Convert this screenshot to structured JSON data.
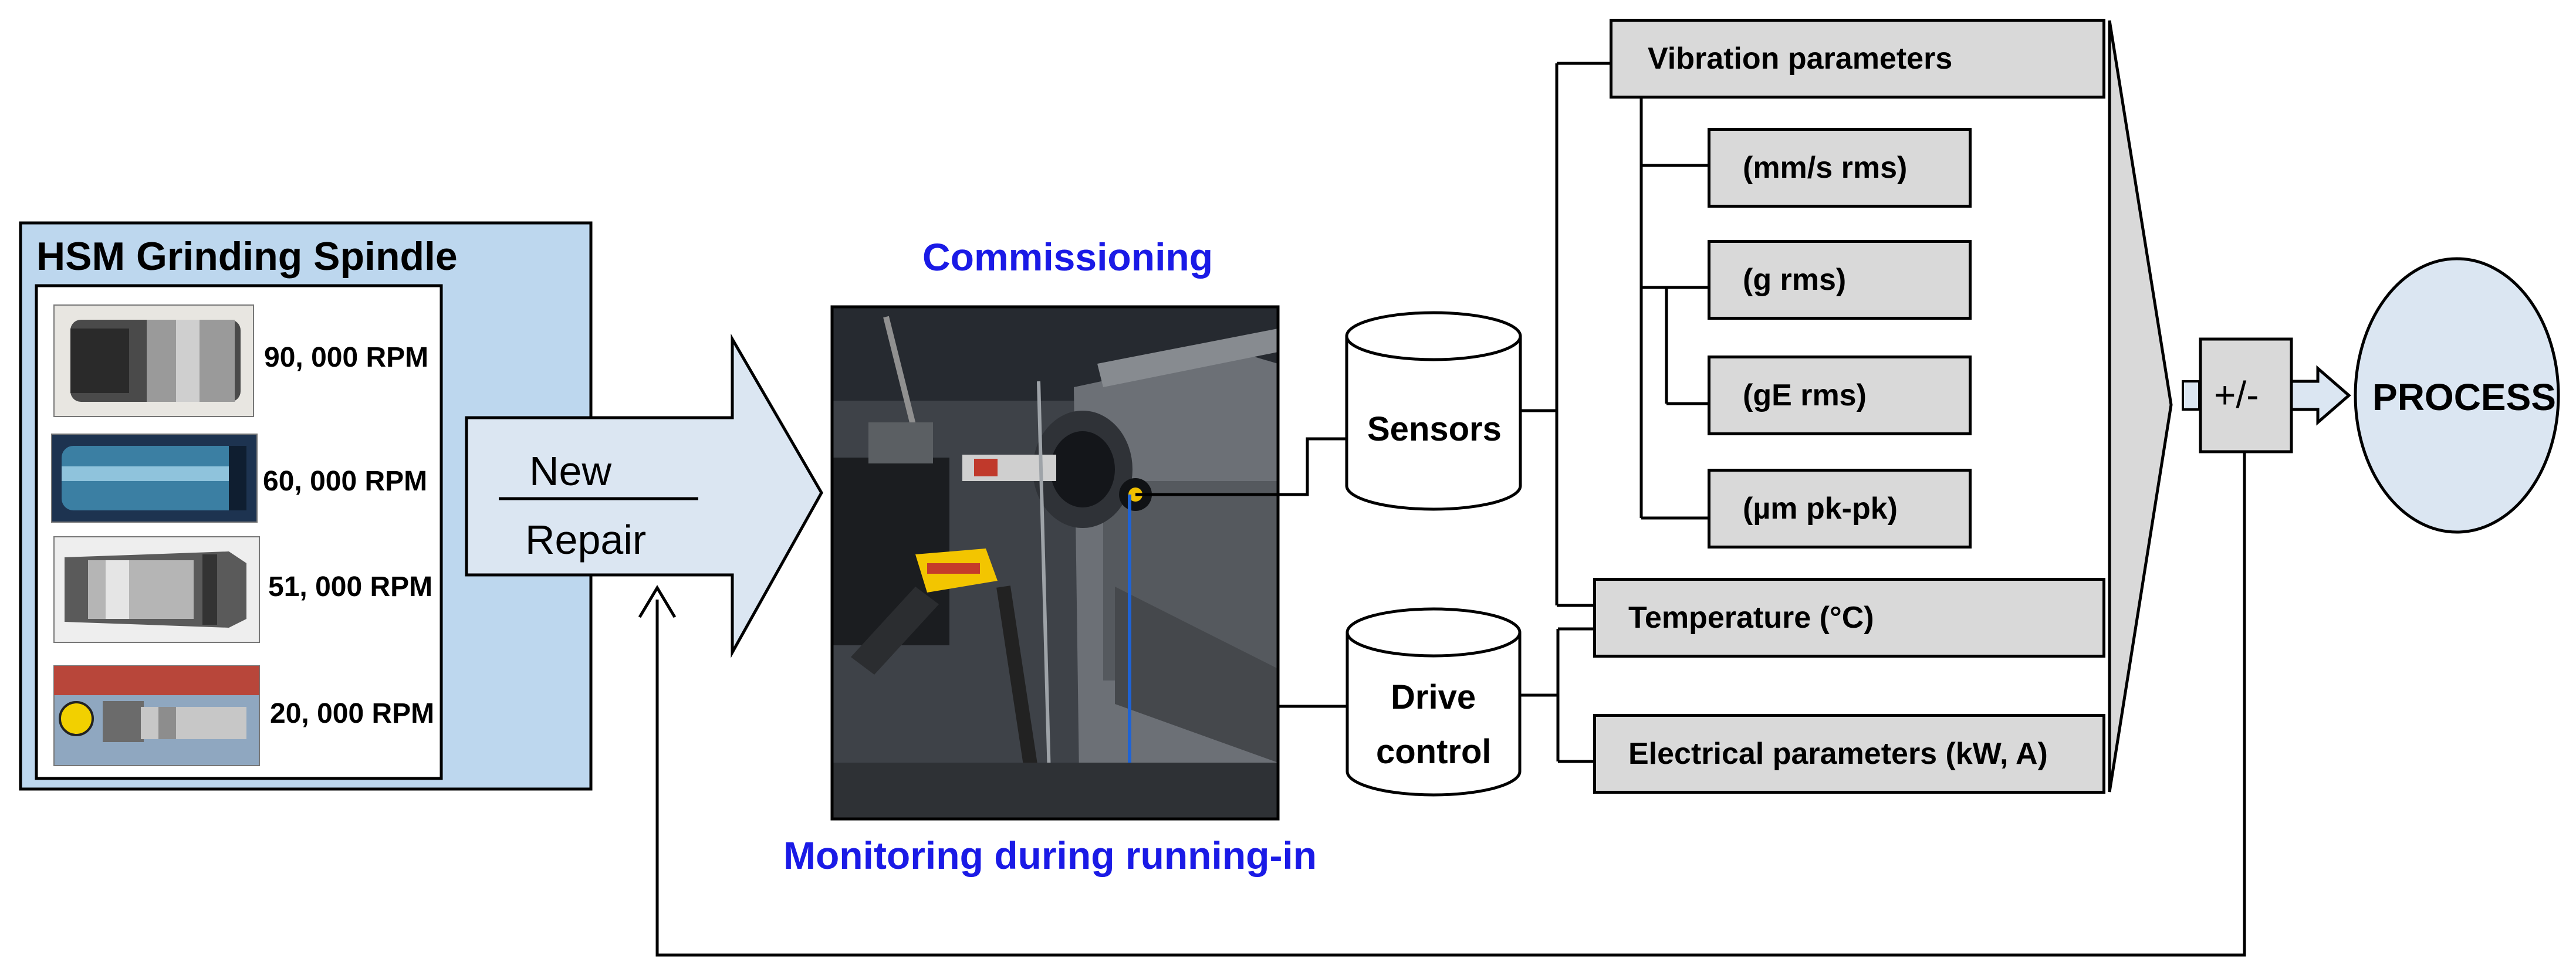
{
  "spindle_panel": {
    "title": "HSM Grinding Spindle",
    "speeds": [
      "90, 000 RPM",
      "60, 000 RPM",
      "51, 000 RPM",
      "20, 000 RPM"
    ]
  },
  "input_arrow": {
    "line1": "New",
    "line2": "Repair"
  },
  "photo": {
    "top_label": "Commissioning",
    "bottom_label": "Monitoring during running-in"
  },
  "cylinders": {
    "sensors": "Sensors",
    "drive_line1": "Drive",
    "drive_line2": "control"
  },
  "parameters": {
    "vibration": "Vibration parameters",
    "vibration_units": [
      "(mm/s  rms)",
      "(g  rms)",
      "(gE  rms)",
      "(µm pk-pk)"
    ],
    "temperature": "Temperature (°C)",
    "electrical": "Electrical parameters (kW, A)"
  },
  "adjust": "+/-",
  "process": "PROCESS",
  "colors": {
    "panel_fill": "#bdd7ee",
    "arrow_fill": "#dbe6f2",
    "box_fill": "#d9d9d9",
    "accent_text": "#1a1ae6"
  }
}
